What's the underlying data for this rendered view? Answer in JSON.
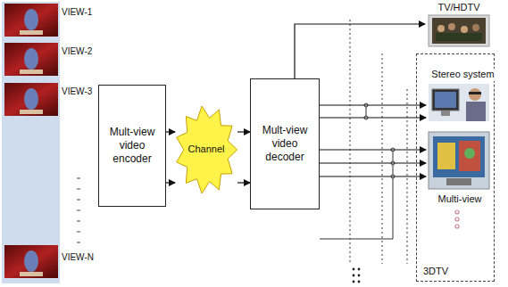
{
  "diagram": {
    "nodes": [
      {
        "text": [
          "Mult-view video encoder"
        ]
      },
      {
        "text": [
          "Channel"
        ]
      },
      {
        "text": [
          "Mult-view video decoder"
        ]
      },
      {
        "text": [
          "TV/HDTV"
        ]
      },
      {
        "text": [
          "3DTV"
        ]
      },
      {
        "text": [
          "Stereo system"
        ],
        "in": 4
      },
      {
        "text": [
          "Multi-view"
        ],
        "in": 4
      }
    ],
    "edges": [
      {
        "from": 0,
        "to": 1,
        "arrow": "to"
      },
      {
        "from": 0,
        "to": 1,
        "arrow": "to"
      },
      {
        "from": 1,
        "to": 2,
        "arrow": "to"
      },
      {
        "from": 1,
        "to": 2,
        "arrow": "to"
      },
      {
        "from": 2,
        "to": 3,
        "arrow": "to"
      },
      {
        "from": 2,
        "to": 5,
        "arrow": "to"
      },
      {
        "from": 2,
        "to": 5,
        "arrow": "to"
      },
      {
        "from": 2,
        "to": 6,
        "arrow": "to"
      },
      {
        "from": 2,
        "to": 6,
        "arrow": "to"
      },
      {
        "from": 2,
        "to": 6,
        "arrow": "to"
      }
    ],
    "labels": [
      "VIEW-1",
      "VIEW-2",
      "VIEW-3",
      "VIEW-N"
    ]
  }
}
